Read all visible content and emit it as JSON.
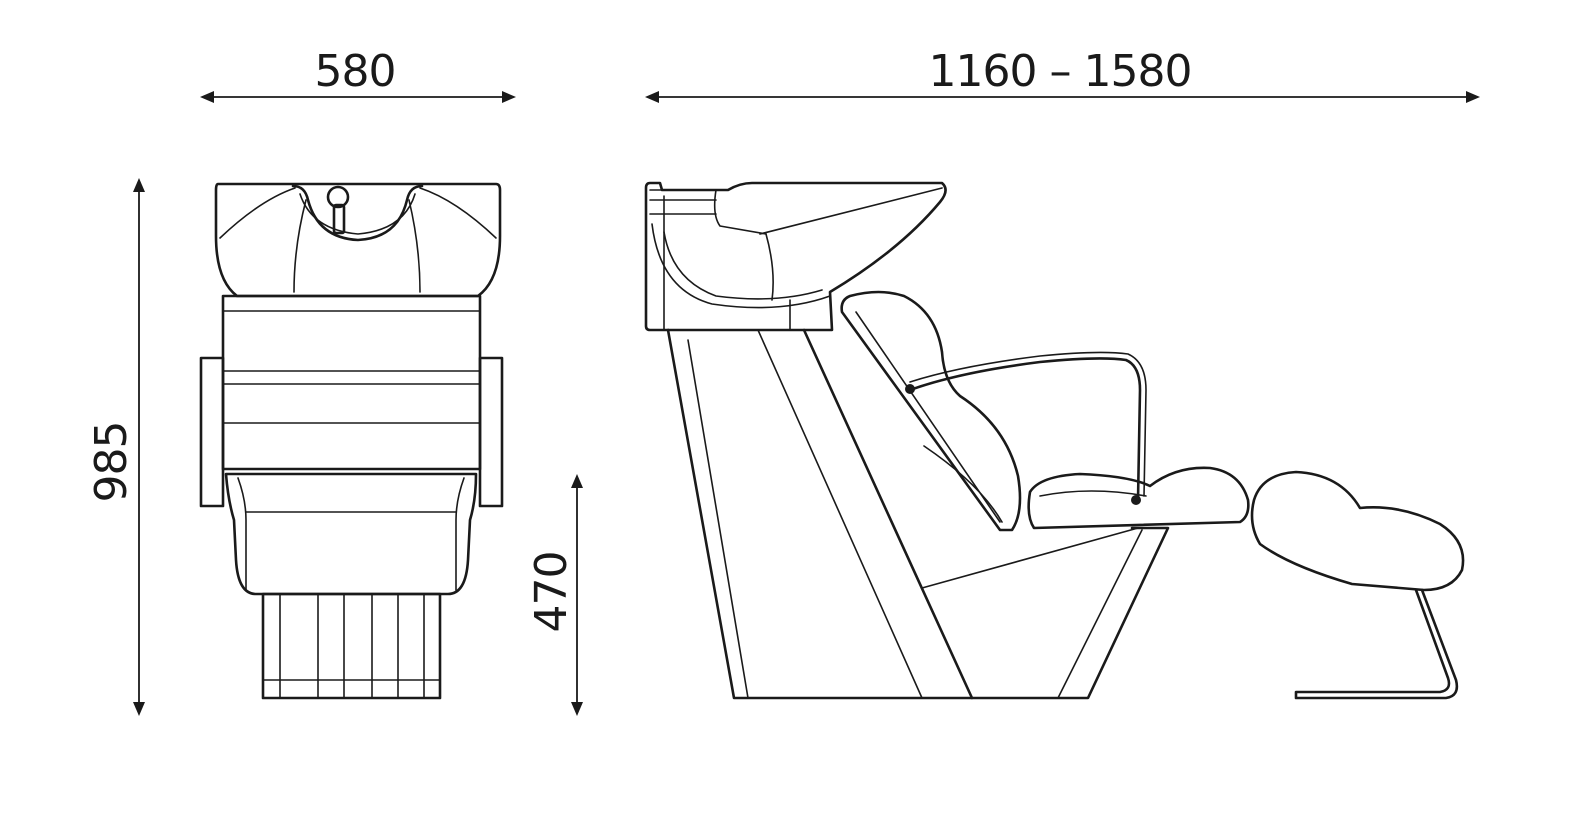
{
  "dimensions": {
    "width_front": "580",
    "length_side": "1160 – 1580",
    "height_total": "985",
    "seat_height": "470"
  },
  "colors": {
    "line": "#1a1a1a",
    "background": "#ffffff"
  }
}
